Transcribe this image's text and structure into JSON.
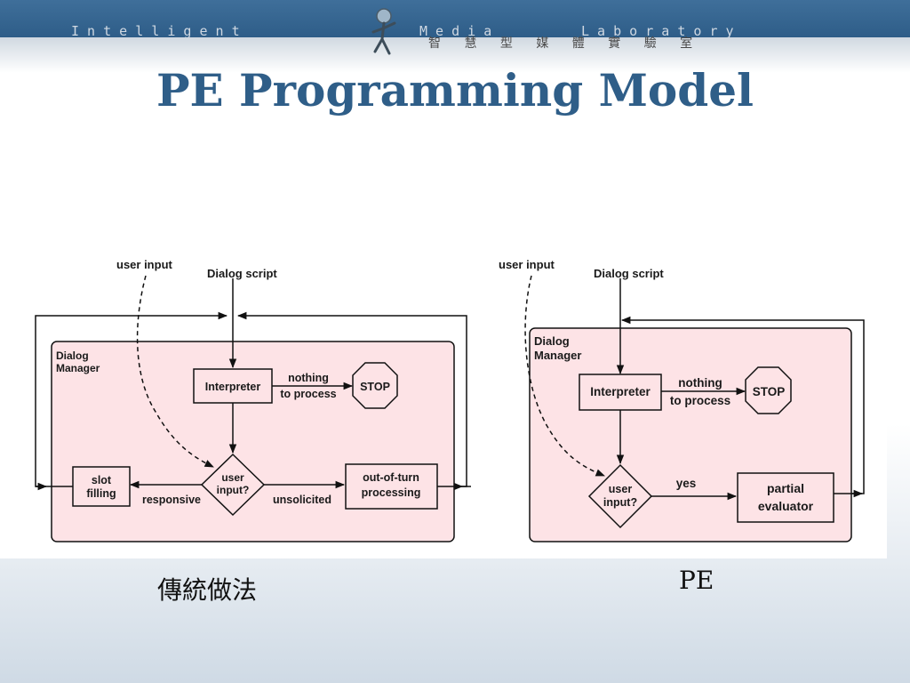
{
  "banner": {
    "lab_name_en": "I n t e l l i g e n t",
    "lab_name_en_2": "M e d i a",
    "lab_name_en_3": "L a b o r a t o r y",
    "lab_name_zh": "智 慧 型 媒 體 實 驗 室"
  },
  "title": "PE Programming Model",
  "left_diagram": {
    "user_input": "user input",
    "dialog_script": "Dialog script",
    "dm_line1": "Dialog",
    "dm_line2": "Manager",
    "interpreter": "Interpreter",
    "nothing_line1": "nothing",
    "nothing_line2": "to process",
    "stop": "STOP",
    "decision_line1": "user",
    "decision_line2": "input?",
    "slot_line1": "slot",
    "slot_line2": "filling",
    "responsive": "responsive",
    "unsolicited": "unsolicited",
    "oot_line1": "out-of-turn",
    "oot_line2": "processing"
  },
  "right_diagram": {
    "user_input": "user input",
    "dialog_script": "Dialog script",
    "dm_line1": "Dialog",
    "dm_line2": "Manager",
    "interpreter": "Interpreter",
    "nothing_line1": "nothing",
    "nothing_line2": "to process",
    "stop": "STOP",
    "decision_line1": "user",
    "decision_line2": "input?",
    "yes": "yes",
    "pe_line1": "partial",
    "pe_line2": "evaluator"
  },
  "captions": {
    "left": "傳統做法",
    "right": "PE"
  },
  "colors": {
    "banner": "#2e5d88",
    "title": "#2f5e88",
    "manager_fill": "#fde3e6"
  }
}
